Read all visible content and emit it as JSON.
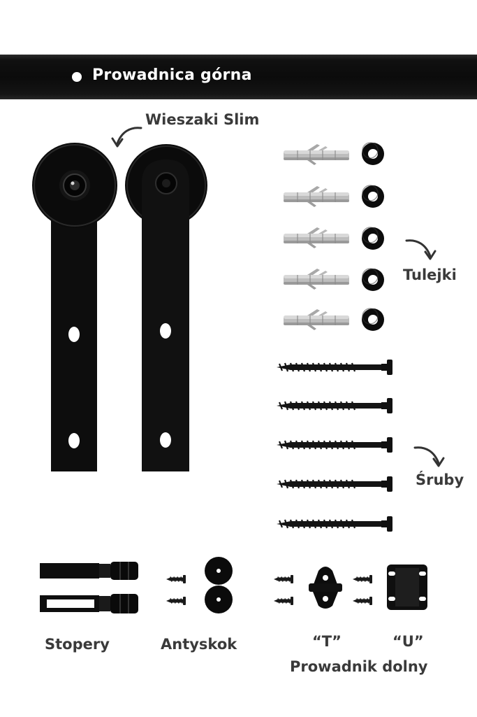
{
  "header": {
    "title": "Prowadnica górna"
  },
  "labels": {
    "hangers": "Wieszaki Slim",
    "sleeves": "Tulejki",
    "screws": "Śruby",
    "stoppers": "Stopery",
    "anti_jump": "Antyskok",
    "guide_t": "“T”",
    "guide_u": "“U”",
    "floor_guide": "Prowadnik dolny"
  },
  "colors": {
    "hardware": "#0d0d0d",
    "anchor": "#b5b5b5",
    "text": "#3a3a3a",
    "background": "#ffffff"
  }
}
